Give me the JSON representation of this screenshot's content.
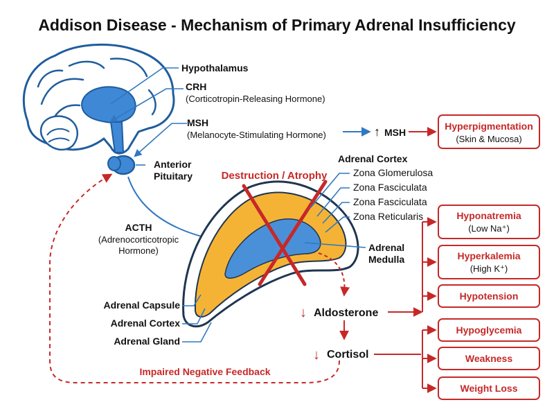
{
  "title": "Addison Disease - Mechanism of Primary Adrenal Insufficiency",
  "brain_labels": {
    "hypothalamus": "Hypothalamus",
    "crh": "CRH",
    "crh_full": "(Corticotropin-Releasing Hormone)",
    "msh": "MSH",
    "msh_full": "(Melanocyte-Stimulating Hormone)",
    "anterior_pituitary_1": "Anterior",
    "anterior_pituitary_2": "Pituitary",
    "acth": "ACTH",
    "acth_full_1": "(Adrenocorticotropic",
    "acth_full_2": "Hormone)"
  },
  "msh_effect": {
    "arrow": "↑",
    "label": "MSH",
    "box_title": "Hyperpigmentation",
    "box_sub": "(Skin & Mucosa)"
  },
  "adrenal": {
    "destruction": "Destruction / Atrophy",
    "cortex_heading": "Adrenal Cortex",
    "zones": [
      "Zona Glomerulosa",
      "Zona Fasciculata",
      "Zona Fasciculata",
      "Zona Reticularis"
    ],
    "medulla_1": "Adrenal",
    "medulla_2": "Medulla",
    "capsule": "Adrenal Capsule",
    "cortex": "Adrenal Cortex",
    "gland": "Adrenal Gland"
  },
  "hormones": {
    "down_arrow": "↓",
    "aldosterone": "Aldosterone",
    "cortisol": "Cortisol"
  },
  "feedback": "Impaired Negative Feedback",
  "aldosterone_effects": [
    {
      "title": "Hyponatremia",
      "sub": "(Low Na⁺)"
    },
    {
      "title": "Hyperkalemia",
      "sub": "(High K⁺)"
    },
    {
      "title": "Hypotension",
      "sub": ""
    }
  ],
  "cortisol_effects": [
    {
      "title": "Hypoglycemia"
    },
    {
      "title": "Weakness"
    },
    {
      "title": "Weight Loss"
    }
  ],
  "colors": {
    "blue": "#2f78c2",
    "light_blue": "#4a90d9",
    "orange": "#f5b335",
    "red": "#c62828"
  }
}
